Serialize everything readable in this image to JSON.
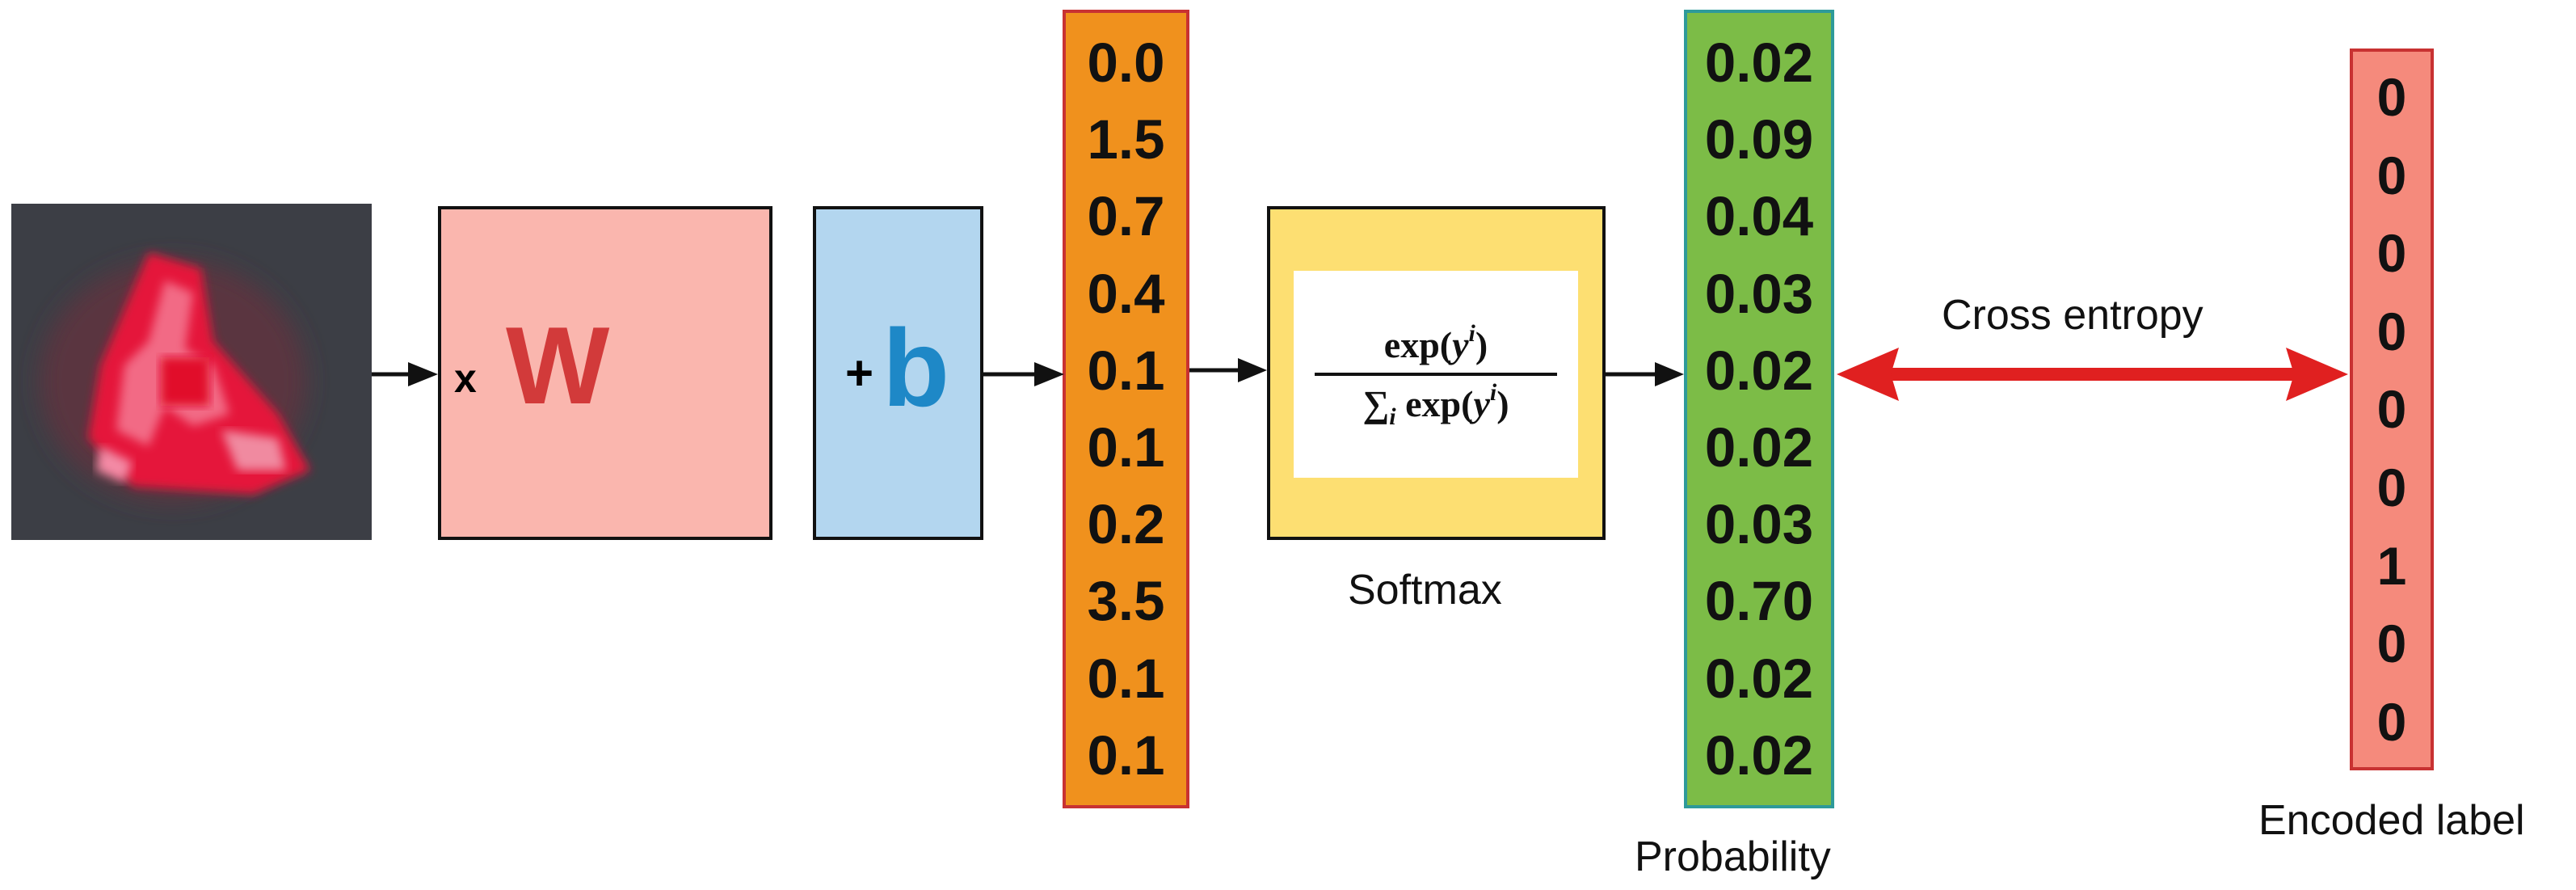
{
  "input": {
    "icon": "road-sign-image"
  },
  "weights": {
    "operator": "x",
    "symbol": "W"
  },
  "bias": {
    "operator": "+",
    "symbol": "b"
  },
  "logits": [
    "0.0",
    "1.5",
    "0.7",
    "0.4",
    "0.1",
    "0.1",
    "0.2",
    "3.5",
    "0.1",
    "0.1"
  ],
  "softmax": {
    "caption": "Softmax",
    "numerator": {
      "func": "exp(",
      "var": "y",
      "sup": "i",
      "close": ")"
    },
    "denominator": {
      "sum": "∑",
      "sub": "i",
      "func": " exp(",
      "var": "y",
      "sup": "i",
      "close": ")"
    }
  },
  "probability": {
    "caption": "Probability",
    "values": [
      "0.02",
      "0.09",
      "0.04",
      "0.03",
      "0.02",
      "0.02",
      "0.03",
      "0.70",
      "0.02",
      "0.02"
    ]
  },
  "loss": {
    "caption": "Cross entropy"
  },
  "encoded_label": {
    "caption": "Encoded label",
    "values": [
      "0",
      "0",
      "0",
      "0",
      "0",
      "0",
      "1",
      "0",
      "0"
    ]
  },
  "colors": {
    "w_box": "#fab6ae",
    "w_text": "#d23a3a",
    "b_box": "#b3d6ef",
    "b_text": "#1e88c7",
    "logits": "#f0911d",
    "softmax": "#fddf72",
    "probability": "#7cbc47",
    "label": "#f58a7c",
    "cross_entropy_arrow": "#e02020"
  }
}
